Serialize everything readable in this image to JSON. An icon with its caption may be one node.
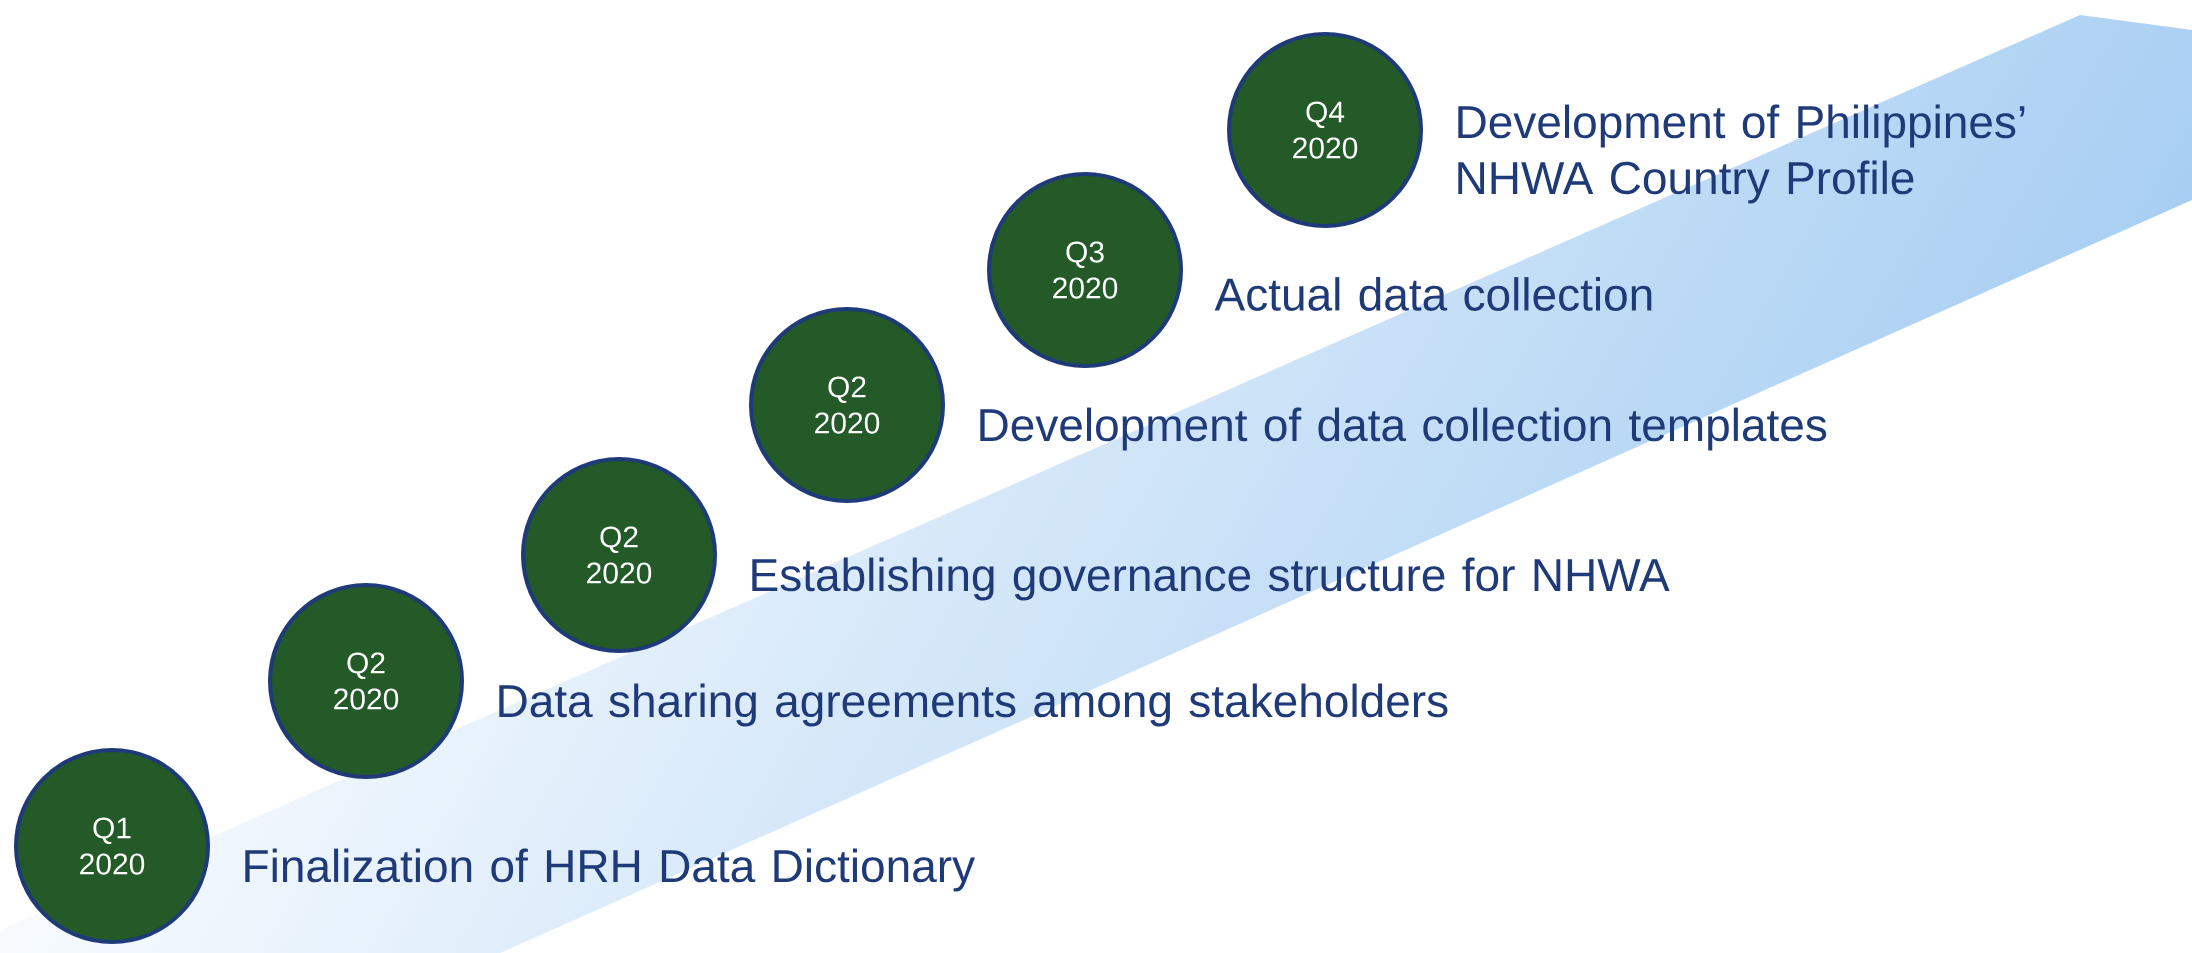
{
  "diagram": {
    "nodes": [
      {
        "text": [
          "Q1",
          "2020"
        ],
        "beside": [
          "Finalization of HRH Data Dictionary"
        ]
      },
      {
        "text": [
          "Q2",
          "2020"
        ],
        "beside": [
          "Data sharing agreements among stakeholders"
        ]
      },
      {
        "text": [
          "Q2",
          "2020"
        ],
        "beside": [
          "Establishing governance structure for NHWA"
        ]
      },
      {
        "text": [
          "Q2",
          "2020"
        ],
        "beside": [
          "Development of data collection templates"
        ]
      },
      {
        "text": [
          "Q3",
          "2020"
        ],
        "beside": [
          "Actual data collection"
        ]
      },
      {
        "text": [
          "Q4",
          "2020"
        ],
        "beside": [
          "Development of Philippines’ NHWA Country Profile"
        ]
      }
    ]
  }
}
